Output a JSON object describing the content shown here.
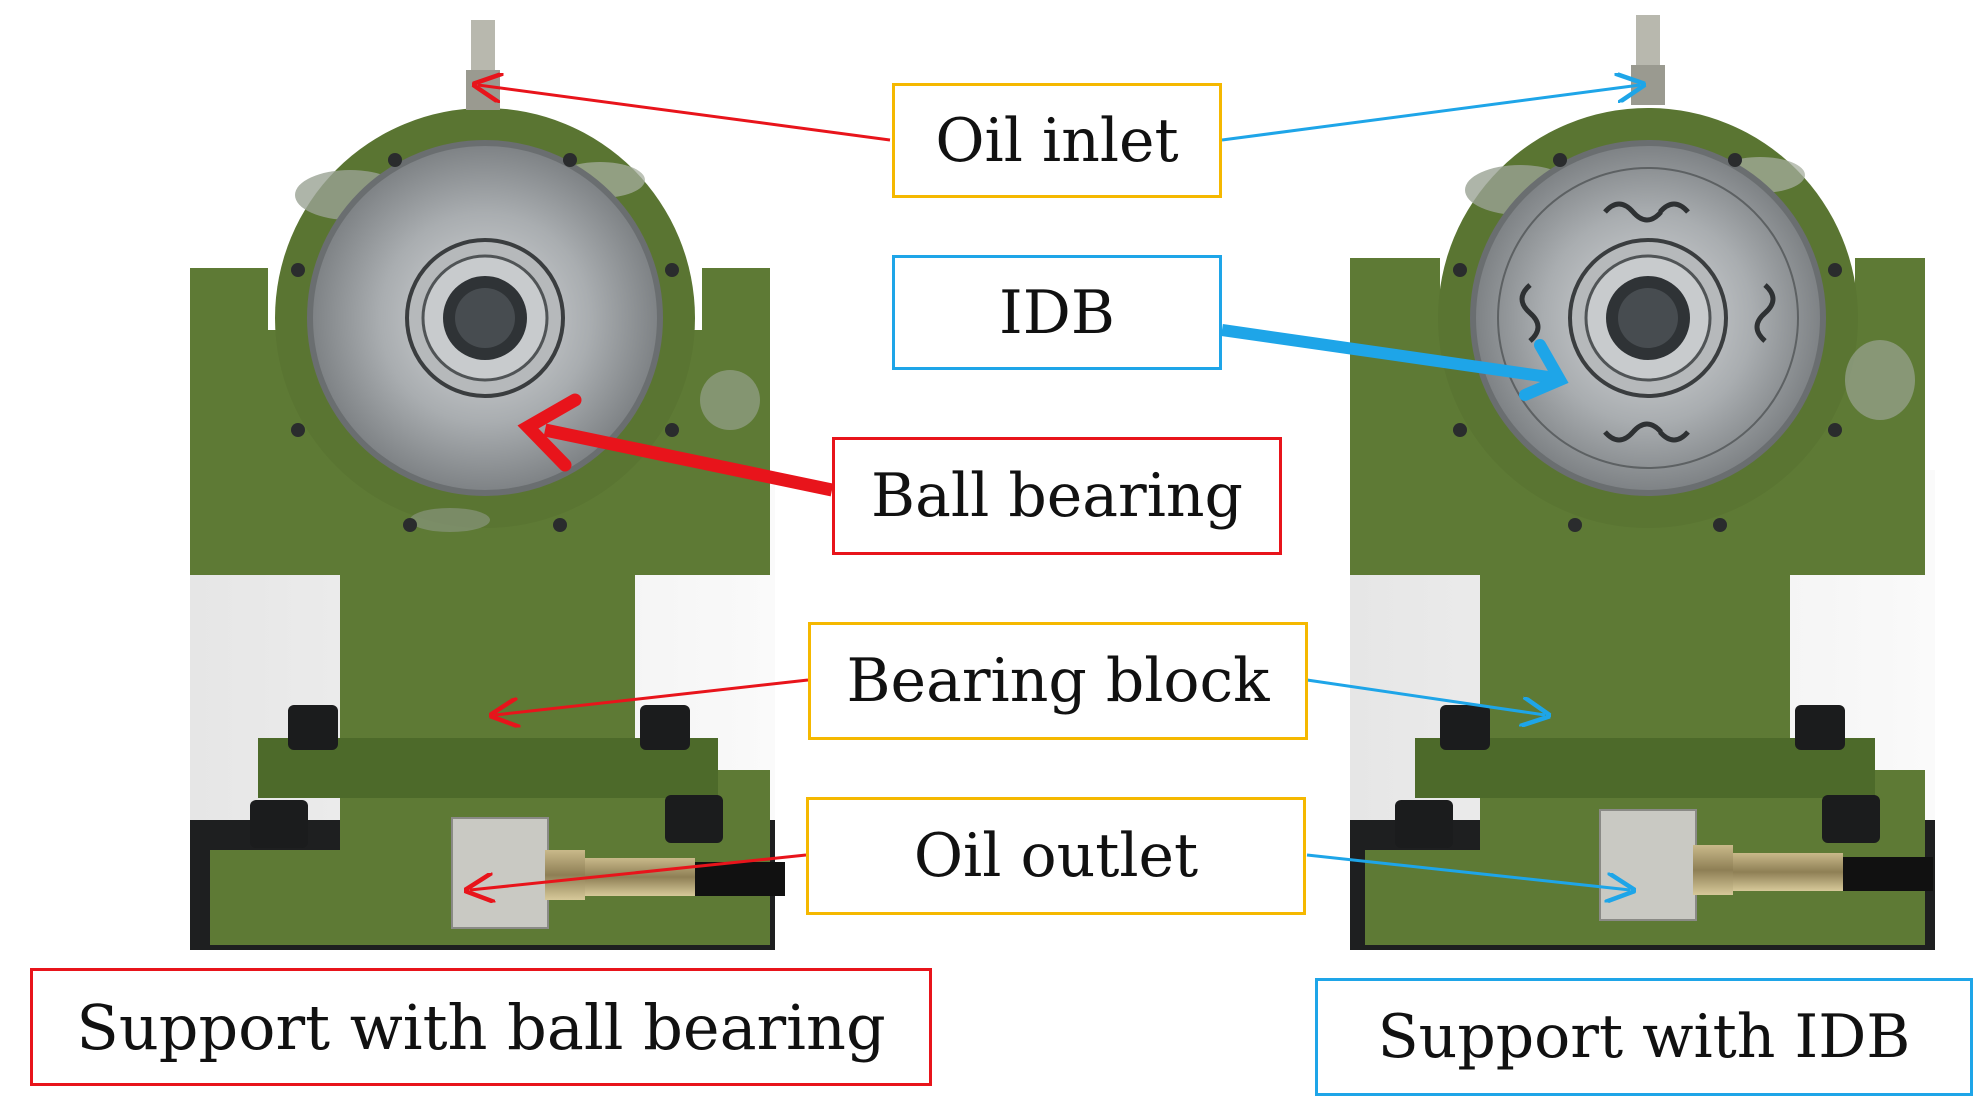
{
  "colors": {
    "red_arrow": "#E8141B",
    "blue_arrow": "#1EA5E8",
    "yellow_box": "#F5B800",
    "block_green": "#5E7A35",
    "white_wall": "#F2F2F2"
  },
  "labels": {
    "oil_inlet": "Oil inlet",
    "idb": "IDB",
    "ball_bearing": "Ball bearing",
    "bearing_block": "Bearing block",
    "oil_outlet": "Oil outlet",
    "support_ball": "Support with ball bearing",
    "support_idb": "Support with IDB"
  },
  "photos": [
    {
      "name": "support-with-ball-bearing-photo",
      "bearing_type": "ball-bearing"
    },
    {
      "name": "support-with-idb-photo",
      "bearing_type": "idb"
    }
  ]
}
